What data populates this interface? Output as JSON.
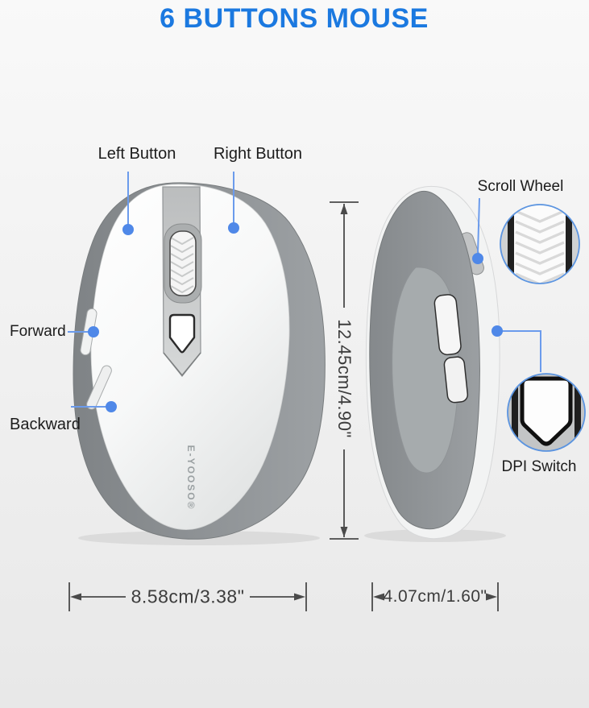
{
  "title": "6 BUTTONS MOUSE",
  "callouts": {
    "left_button": "Left Button",
    "right_button": "Right Button",
    "scroll_wheel": "Scroll Wheel",
    "forward": "Forward",
    "backward": "Backward",
    "dpi_switch": "DPI Switch"
  },
  "dimensions": {
    "height": "12.45cm/4.90\"",
    "length": "8.58cm/3.38\"",
    "width": "4.07cm/1.60\""
  },
  "brand": "E-YOOSO®",
  "colors": {
    "title_blue": "#1b79e0",
    "callout_blue": "#4f88e8",
    "dimension_gray": "#3c3c3c"
  }
}
